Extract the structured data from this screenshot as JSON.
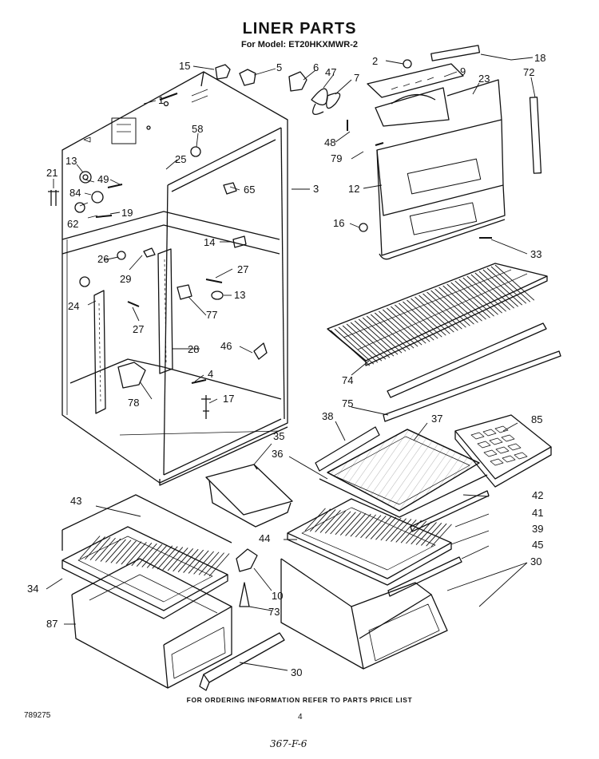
{
  "header": {
    "title": "LINER PARTS",
    "subtitle": "For Model: ET20HKXMWR-2"
  },
  "footer": {
    "ordering_note": "FOR ORDERING INFORMATION REFER TO PARTS PRICE LIST",
    "doc_number": "789275",
    "page_number": "4",
    "handwritten_note": "367-F-6"
  },
  "callouts": {
    "c15": "15",
    "c5": "5",
    "c6": "6",
    "c47": "47",
    "c7": "7",
    "c2": "2",
    "c9": "9",
    "c18": "18",
    "c72": "72",
    "c23": "23",
    "c1": "1",
    "c58": "58",
    "c25": "25",
    "c21": "21",
    "c13a": "13",
    "c49": "49",
    "c84": "84",
    "c62": "62",
    "c19": "19",
    "c65": "65",
    "c3": "3",
    "c48": "48",
    "c79": "79",
    "c12": "12",
    "c16": "16",
    "c14": "14",
    "c33": "33",
    "c26": "26",
    "c29": "29",
    "c27a": "27",
    "c13b": "13",
    "c24": "24",
    "c27b": "27",
    "c77": "77",
    "c46": "46",
    "c28": "28",
    "c4": "4",
    "c78": "78",
    "c17": "17",
    "c74": "74",
    "c75": "75",
    "c38": "38",
    "c37": "37",
    "c85": "85",
    "c35": "35",
    "c36": "36",
    "c43": "43",
    "c42": "42",
    "c41": "41",
    "c44": "44",
    "c39": "39",
    "c45": "45",
    "c30a": "30",
    "c34": "34",
    "c10": "10",
    "c73": "73",
    "c87": "87",
    "c30b": "30"
  }
}
